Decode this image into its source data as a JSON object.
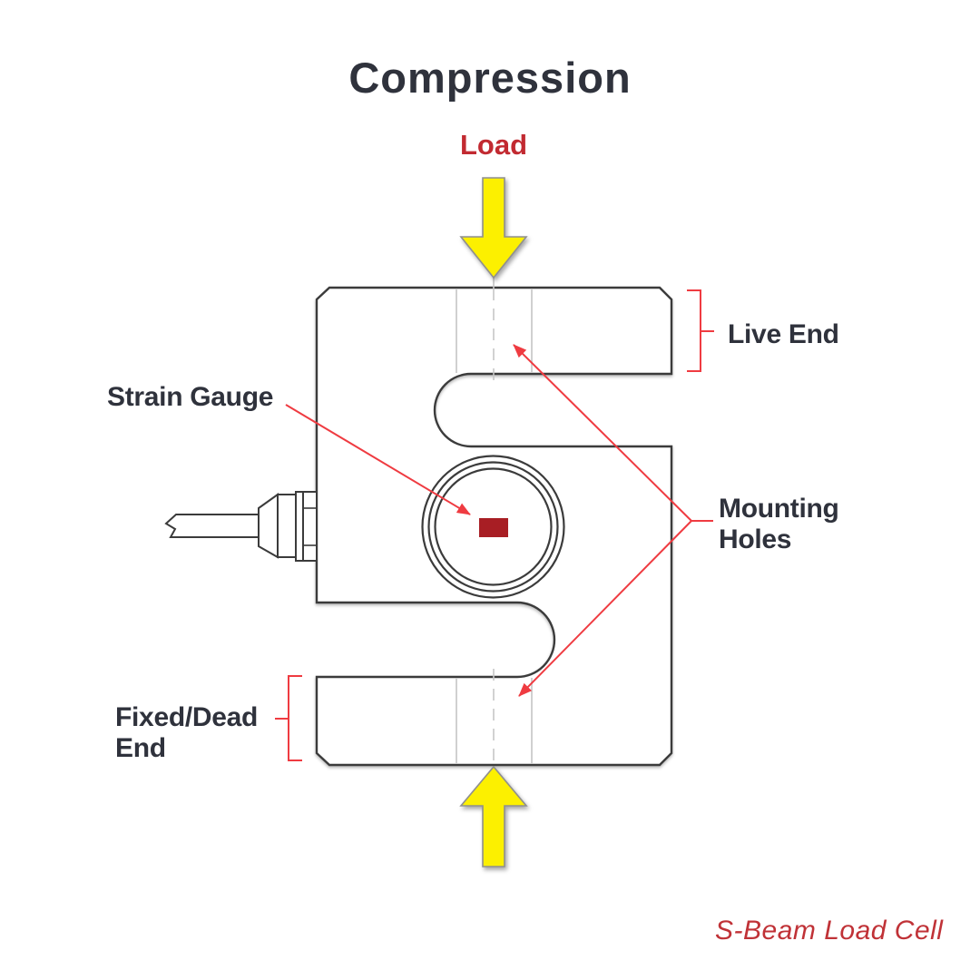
{
  "title": "Compression",
  "caption": "S-Beam Load Cell",
  "load": {
    "label": "Load"
  },
  "labels": {
    "live_end": "Live End",
    "strain_gauge": "Strain Gauge",
    "mounting_line1": "Mounting",
    "mounting_line2": "Holes",
    "fixed_line1": "Fixed/Dead",
    "fixed_line2": "End"
  },
  "colors": {
    "title_text": "#2F323C",
    "label_text": "#2F323C",
    "load_text": "#C22A31",
    "caption_text": "#C03237",
    "annotation_red": "#EF3B41",
    "arrow_yellow": "#FCF000",
    "strain_gauge_red": "#A81E24",
    "outline_dark": "#3B3B3B",
    "guide_gray": "#CBCBCB",
    "background": "#FFFFFF"
  }
}
